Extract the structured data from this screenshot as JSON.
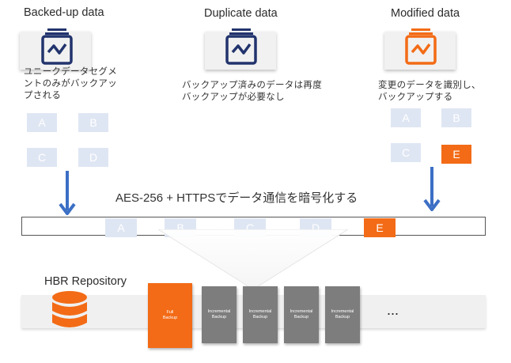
{
  "columns": {
    "backed_up": {
      "title": "Backed-up data",
      "description": "ユニークデータセグメ\nントのみがバックアッ\nプされる",
      "blocks": [
        "A",
        "B",
        "C",
        "D"
      ]
    },
    "duplicate": {
      "title": "Duplicate data",
      "description": "バックアップ済みのデータは再度\nバックアップが必要なし"
    },
    "modified": {
      "title": "Modified data",
      "description": "変更のデータを識別し、\nバックアップする",
      "blocks": [
        "A",
        "B",
        "C",
        "E"
      ]
    }
  },
  "encryption_label": "AES-256 + HTTPSでデータ通信を暗号化する",
  "stream_blocks": [
    "A",
    "B",
    "C",
    "D",
    "E"
  ],
  "repository": {
    "label": "HBR Repository",
    "backups": {
      "full": "Full\nBackup",
      "incremental": "Incremental\nBackup"
    },
    "more": "..."
  },
  "colors": {
    "accent_orange": "#f36b16",
    "icon_navy": "#22346d",
    "arrow_blue": "#3c6fc5",
    "block_light": "#dfe6f3",
    "backup_gray": "#7d7d7d"
  },
  "icons": [
    "chart-window-icon",
    "down-arrow-icon",
    "database-icon"
  ]
}
